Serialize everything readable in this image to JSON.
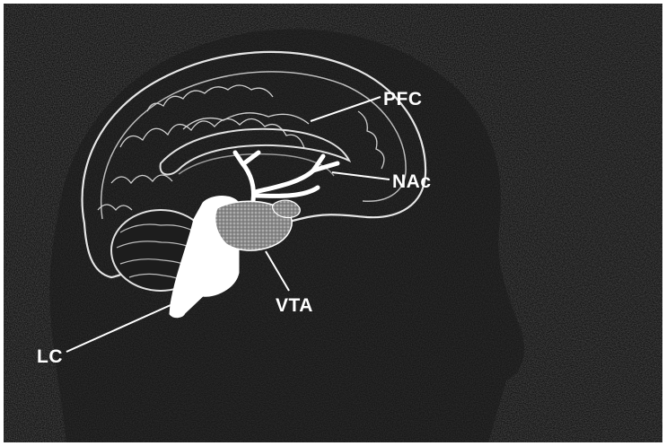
{
  "labels": {
    "pfc": "PFC",
    "nac": "NAc",
    "vta": "VTA",
    "lc": "LC"
  },
  "colors": {
    "background": "#0b0b0b",
    "foreground": "#ffffff",
    "nucleus_fill": "#9a9a9a",
    "sketch_stroke": "#cfcfcf"
  }
}
